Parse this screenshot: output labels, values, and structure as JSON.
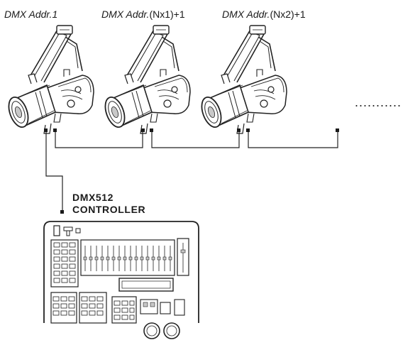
{
  "fixtures": [
    {
      "prefix": "DMX Addr.",
      "suffix": "1",
      "suffix_italic": true
    },
    {
      "prefix": "DMX Addr.",
      "suffix": "(Nx1)+1",
      "suffix_italic": false
    },
    {
      "prefix": "DMX Addr.",
      "suffix": "(Nx2)+1",
      "suffix_italic": false
    }
  ],
  "continuation": "...........",
  "controller": {
    "line1": "DMX512",
    "line2": "CONTROLLER"
  },
  "colors": {
    "ink": "#1a1a1a",
    "line": "#222222",
    "fill": "#ffffff",
    "shade": "#c8c8c8"
  }
}
